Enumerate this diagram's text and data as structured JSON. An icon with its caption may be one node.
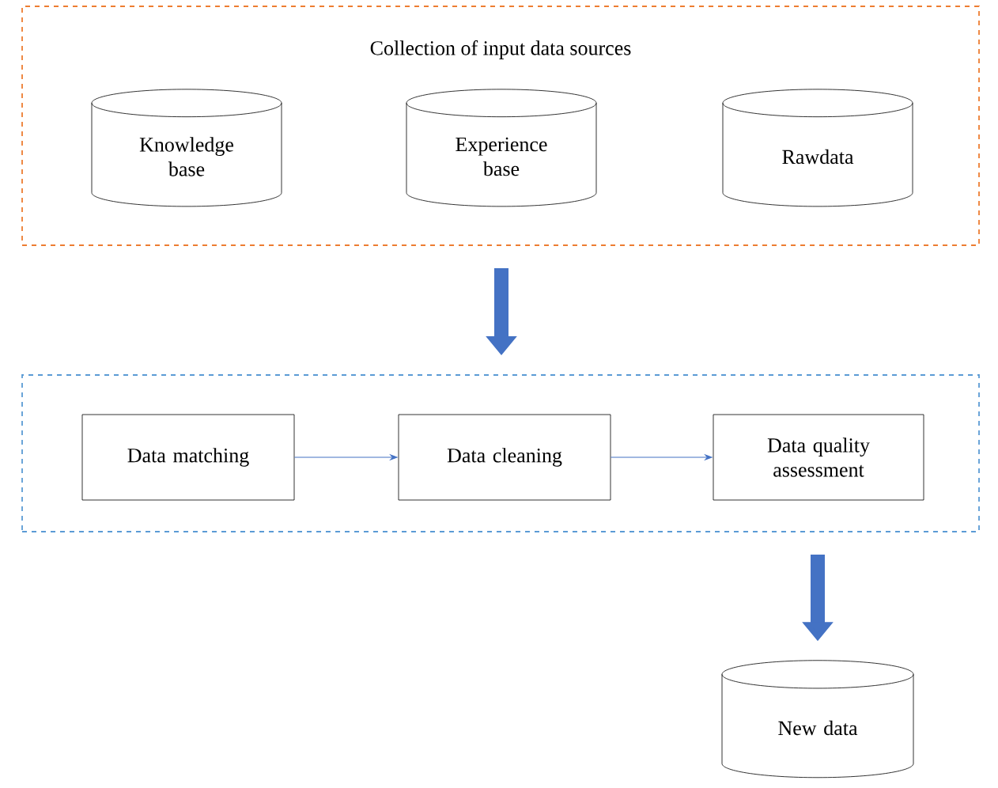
{
  "diagram": {
    "nodes": [
      {
        "text": [
          "Collection of input data sources"
        ]
      },
      {
        "text": [
          "Knowledge base"
        ],
        "in": 0
      },
      {
        "text": [
          "Experience base"
        ],
        "in": 0
      },
      {
        "text": [
          "Rawdata"
        ],
        "in": 0
      },
      {
        "text": [],
        "shape": "box"
      },
      {
        "text": [
          "Data matching"
        ],
        "in": 4
      },
      {
        "text": [
          "Data cleaning"
        ],
        "in": 4
      },
      {
        "text": [
          "Data quality assessment"
        ],
        "in": 4
      },
      {
        "text": [
          "New data"
        ]
      }
    ],
    "edges": [
      {
        "from": 0,
        "to": 4,
        "arrow": "to",
        "style": "thick"
      },
      {
        "from": 5,
        "to": 6,
        "arrow": "to"
      },
      {
        "from": 6,
        "to": 7,
        "arrow": "to"
      },
      {
        "from": 4,
        "to": 8,
        "arrow": "to",
        "style": "thick"
      }
    ]
  }
}
